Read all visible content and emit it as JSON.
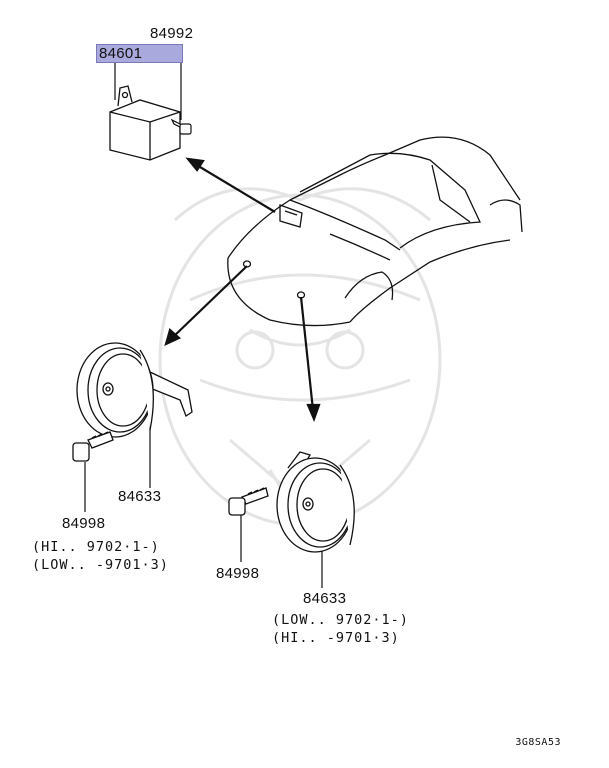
{
  "parts": {
    "bracket_bolt": {
      "number": "84992"
    },
    "control_unit": {
      "number": "84601"
    },
    "horn_left": {
      "number": "84633"
    },
    "bolt_left": {
      "number": "84998",
      "note_1": "(HI.. 9702·1-)",
      "note_2": "(LOW.. -9701·3)"
    },
    "bolt_right": {
      "number": "84998"
    },
    "horn_right": {
      "number": "84633",
      "note_1": "(LOW.. 9702·1-)",
      "note_2": "(HI.. -9701·3)"
    }
  },
  "diagram_ref": "3G8SA53",
  "colors": {
    "highlight": "#a9a9dd",
    "line": "#111111",
    "watermark": "#e6e6e6"
  }
}
